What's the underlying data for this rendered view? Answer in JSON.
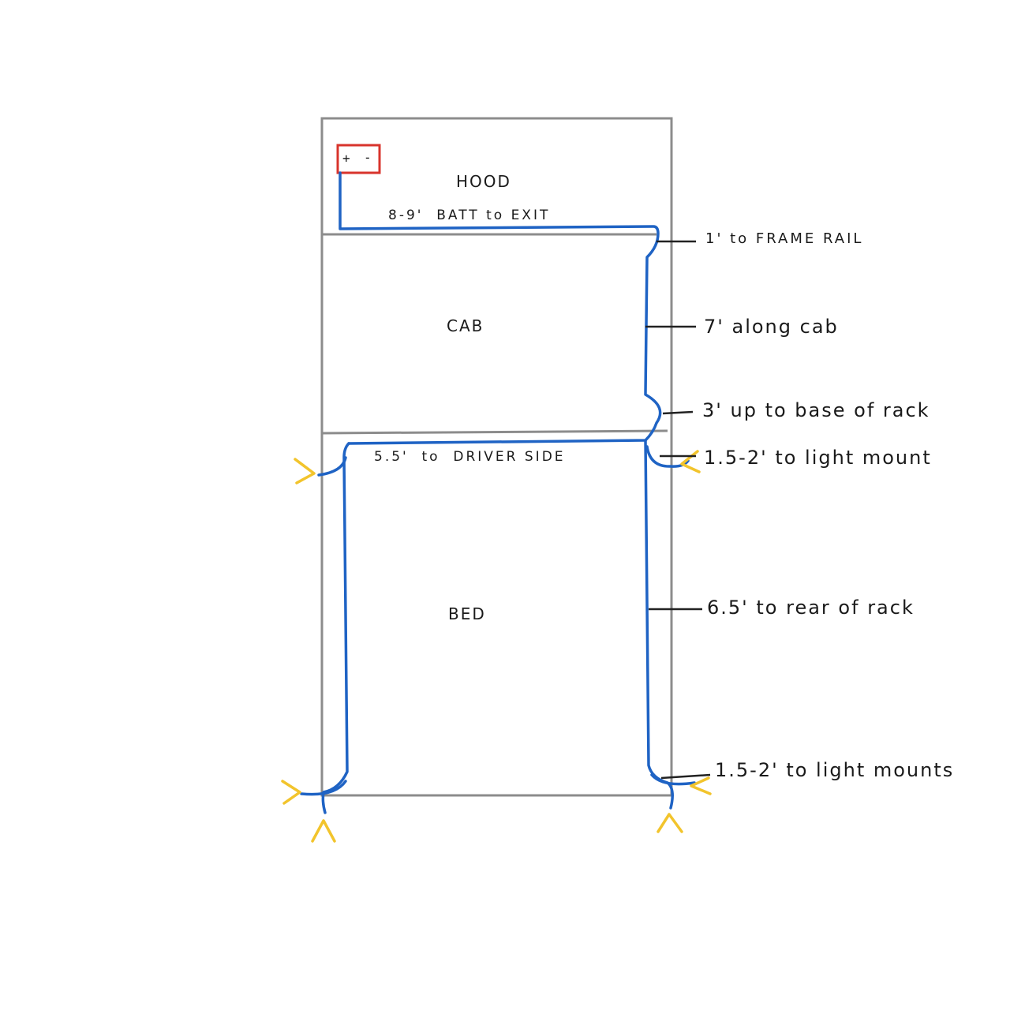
{
  "zones": {
    "hood": "HOOD",
    "cab": "CAB",
    "bed": "BED"
  },
  "battery": {
    "positive": "+",
    "negative": "-"
  },
  "runs": {
    "batt_to_exit": "8-9'  BATT to EXIT",
    "to_driver_side": "5.5'  to  DRIVER SIDE"
  },
  "callouts": {
    "frame_rail": "1' to FRAME RAIL",
    "along_cab": "7' along cab",
    "base_of_rack": "3' up to base of rack",
    "light_mount": "1.5-2' to light mount",
    "rear_of_rack": "6.5' to rear of rack",
    "light_mounts": "1.5-2' to light mounts"
  },
  "colors": {
    "outline": "#8c8c8c",
    "wire": "#1f63c4",
    "battery": "#d8342c",
    "lamp": "#f2c42c",
    "ink": "#1a1a1a"
  }
}
